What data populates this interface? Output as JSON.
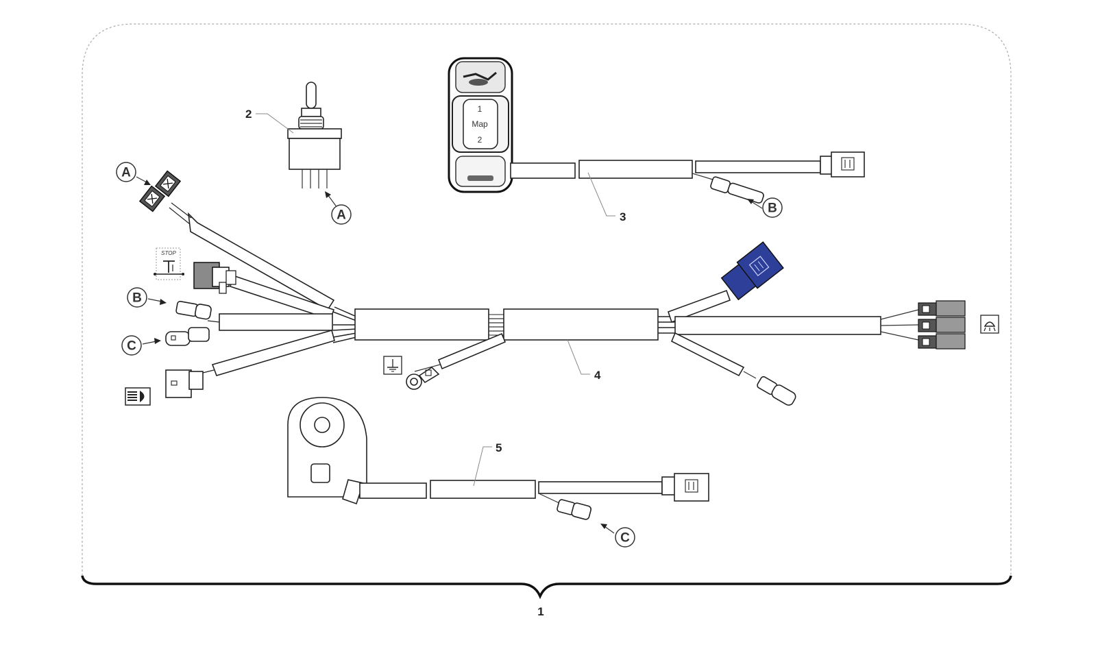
{
  "callouts": {
    "assembly": "1",
    "toggle_switch": "2",
    "map_switch_harness": "3",
    "main_harness": "4",
    "key_switch_harness": "5"
  },
  "connector_refs": {
    "a": "A",
    "b": "B",
    "c": "C"
  },
  "map_switch": {
    "top_label": "1",
    "middle_label": "Map",
    "bottom_label": "2"
  },
  "stop_symbol_label": "STOP",
  "colors": {
    "line": "#222222",
    "frame": "#aaaaaa",
    "blue_connector": "#2e3f9a",
    "grey_connector": "#8a8a8a"
  },
  "icons": [
    "stop-switch-icon",
    "ground-icon",
    "headlight-icon",
    "high-beam-icon",
    "oil-icon"
  ]
}
